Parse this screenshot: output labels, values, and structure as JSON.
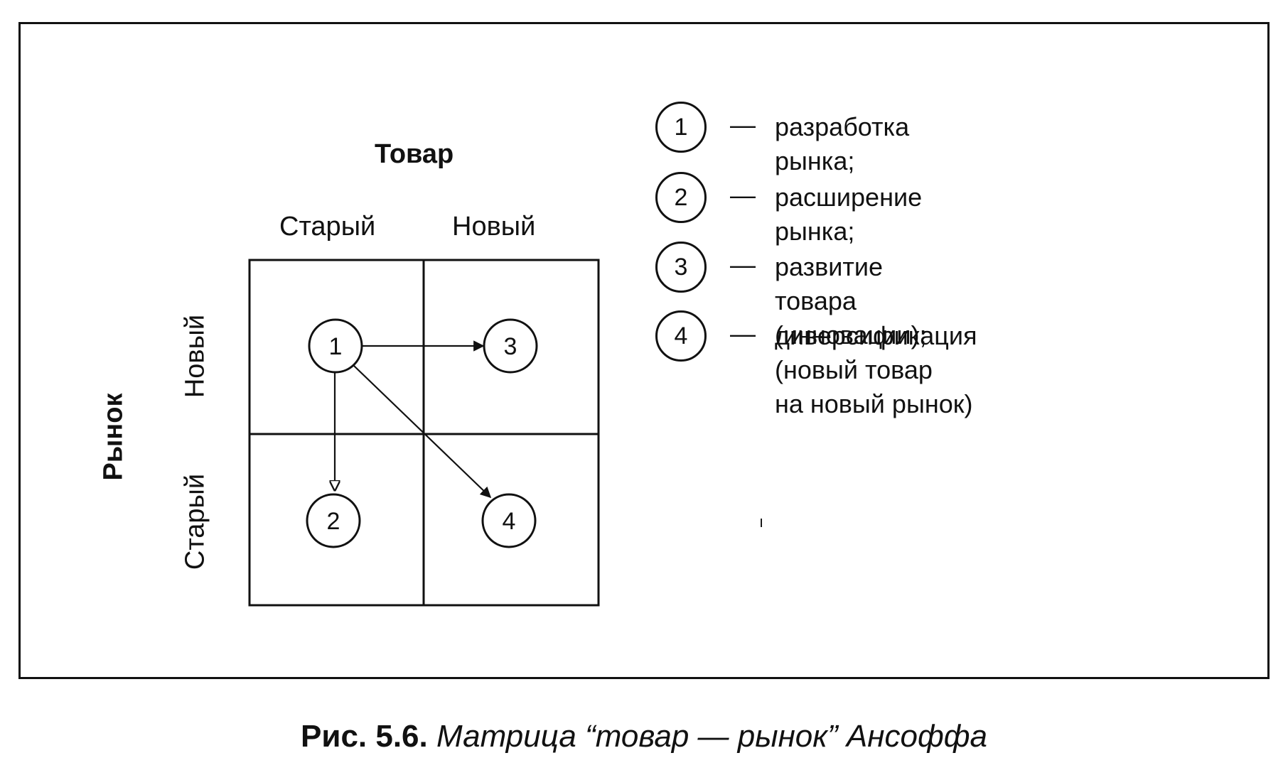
{
  "diagram": {
    "product_title": "Товар",
    "product_old": "Старый",
    "product_new": "Новый",
    "market_title": "Рынок",
    "market_new": "Новый",
    "market_old": "Старый",
    "nodes": [
      {
        "label": "1"
      },
      {
        "label": "2"
      },
      {
        "label": "3"
      },
      {
        "label": "4"
      }
    ]
  },
  "legend": [
    {
      "num": "1",
      "dash": "—",
      "text": "разработка рынка;"
    },
    {
      "num": "2",
      "dash": "—",
      "text": "расширение рынка;"
    },
    {
      "num": "3",
      "dash": "—",
      "text": "развитие товара (инновации);"
    },
    {
      "num": "4",
      "dash": "—",
      "line1": "диверсификация (новый товар",
      "line2": "на новый рынок)"
    }
  ],
  "stray_mark": "ı",
  "caption": {
    "label": "Рис. 5.6.",
    "title": "Матрица “товар — рынок” Ансоффа"
  }
}
